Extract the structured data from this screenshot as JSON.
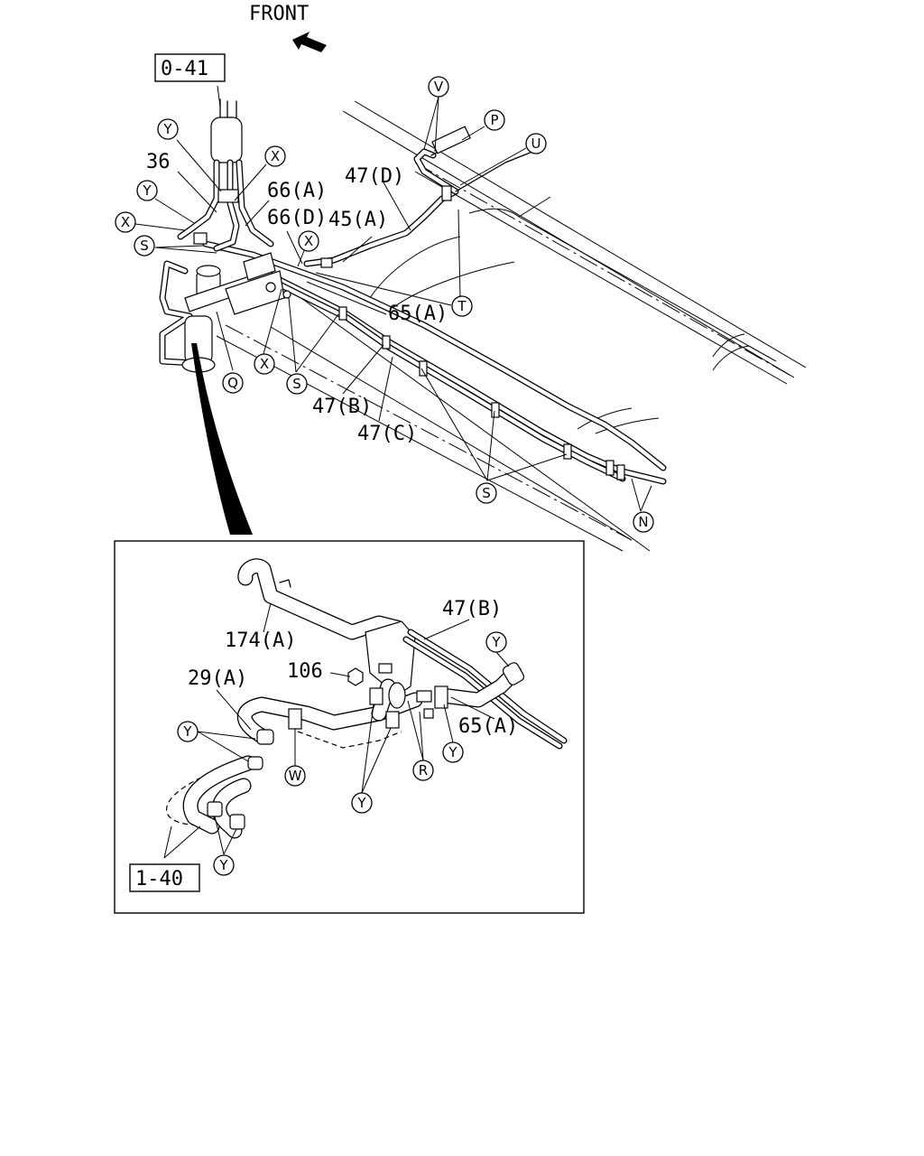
{
  "diagram": {
    "front_label": "FRONT",
    "ref_boxes": [
      "0-41",
      "1-40"
    ],
    "parts": {
      "p36": "36",
      "p66a": "66(A)",
      "p66d": "66(D)",
      "p45a": "45(A)",
      "p47d": "47(D)",
      "p65a": "65(A)",
      "p47b": "47(B)",
      "p47c": "47(C)",
      "p174a": "174(A)",
      "p47b_detail": "47(B)",
      "p106": "106",
      "p29a": "29(A)",
      "p65a_detail": "65(A)"
    },
    "callouts": {
      "V": "V",
      "P": "P",
      "U": "U",
      "Y": "Y",
      "X": "X",
      "S": "S",
      "T": "T",
      "Q": "Q",
      "N": "N",
      "W": "W",
      "R": "R"
    }
  }
}
